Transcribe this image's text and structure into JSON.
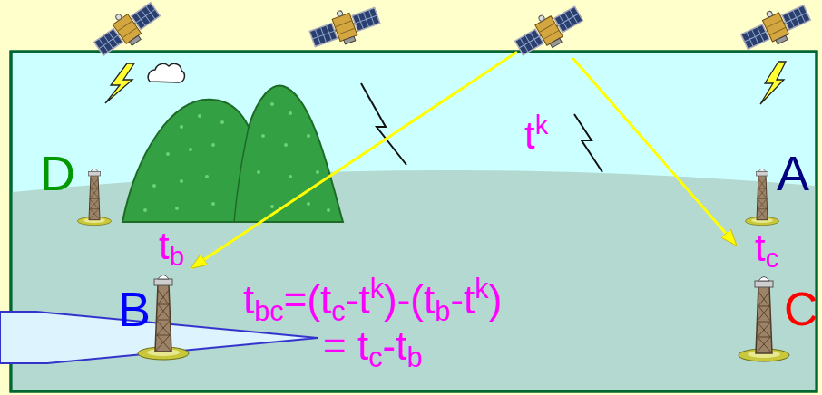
{
  "diagram": {
    "nodes": [
      {
        "text": [
          "tk"
        ]
      },
      {
        "text": [
          "D"
        ]
      },
      {
        "text": [
          "A"
        ]
      },
      {
        "text": [
          "tb",
          "B"
        ]
      },
      {
        "text": [
          "tc",
          "C"
        ]
      }
    ],
    "edges": [
      {
        "from": 0,
        "to": 3,
        "arrow": "to"
      },
      {
        "from": 0,
        "to": 4,
        "arrow": "to"
      }
    ],
    "labels": [
      "tbc=(tc-tk)-(tb-tk)",
      "= tc-tb"
    ]
  }
}
